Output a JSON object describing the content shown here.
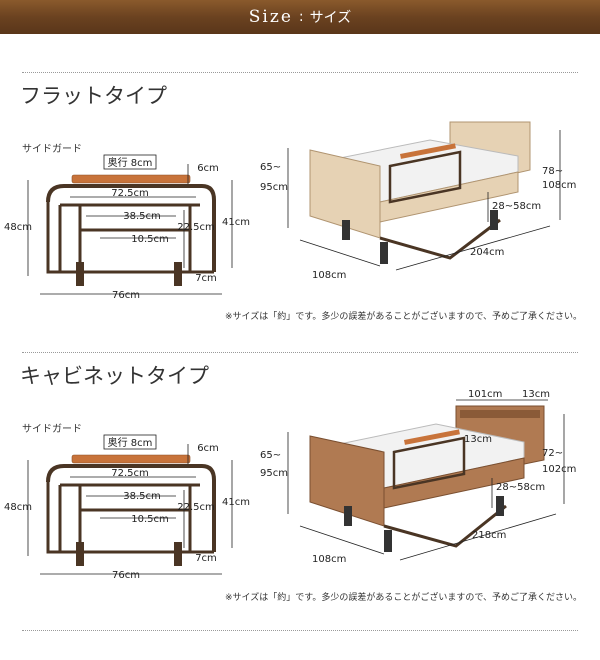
{
  "banner": {
    "title": "Size",
    "separator": ":",
    "subtitle": "サイズ"
  },
  "sections": [
    {
      "title": "フラットタイプ",
      "guard": {
        "label": "サイドガード",
        "depth": "奥行 8cm",
        "top_gap": "6cm",
        "inner_top": "72.5cm",
        "inner_mid": "38.5cm",
        "inner_low": "10.5cm",
        "inner_height": "22.5cm",
        "height_outer": "48cm",
        "height_inner": "41cm",
        "foot": "7cm",
        "width": "76cm"
      },
      "bed": {
        "height_left": [
          "65~",
          "95cm"
        ],
        "height_right": [
          "78~",
          "108cm"
        ],
        "floor": "28~58cm",
        "length": "204cm",
        "width": "108cm"
      },
      "note": "※サイズは「約」です。多少の誤差があることがございますので、予めご了承ください。"
    },
    {
      "title": "キャビネットタイプ",
      "guard": {
        "label": "サイドガード",
        "depth": "奥行 8cm",
        "top_gap": "6cm",
        "inner_top": "72.5cm",
        "inner_mid": "38.5cm",
        "inner_low": "10.5cm",
        "inner_height": "22.5cm",
        "height_outer": "48cm",
        "height_inner": "41cm",
        "foot": "7cm",
        "width": "76cm"
      },
      "bed": {
        "height_left": [
          "65~",
          "95cm"
        ],
        "height_right": [
          "72~",
          "102cm"
        ],
        "cabinet_length": "101cm",
        "cabinet_depth": "13cm",
        "cabinet_inner": "13cm",
        "floor": "28~58cm",
        "length": "218cm",
        "width": "108cm"
      },
      "note": "※サイズは「約」です。多少の誤差があることがございますので、予めご了承ください。"
    }
  ],
  "colors": {
    "banner": "#6b4220",
    "rail_metal": "#4a3524",
    "rail_wood": "#c8733a",
    "bed_light": "#e6d2b4",
    "bed_walnut": "#b07a52",
    "mattress": "#f2f2f2"
  }
}
